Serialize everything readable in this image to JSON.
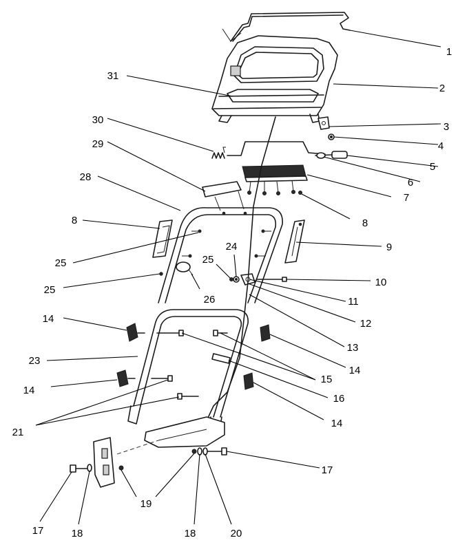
{
  "callouts": [
    {
      "id": "c1",
      "text": "1"
    },
    {
      "id": "c2",
      "text": "2"
    },
    {
      "id": "c3",
      "text": "3"
    },
    {
      "id": "c4",
      "text": "4"
    },
    {
      "id": "c5",
      "text": "5"
    },
    {
      "id": "c6",
      "text": "6"
    },
    {
      "id": "c7",
      "text": "7"
    },
    {
      "id": "c8a",
      "text": "8"
    },
    {
      "id": "c8b",
      "text": "8"
    },
    {
      "id": "c9",
      "text": "9"
    },
    {
      "id": "c10",
      "text": "10"
    },
    {
      "id": "c11",
      "text": "11"
    },
    {
      "id": "c12",
      "text": "12"
    },
    {
      "id": "c13",
      "text": "13"
    },
    {
      "id": "c14a",
      "text": "14"
    },
    {
      "id": "c14b",
      "text": "14"
    },
    {
      "id": "c14c",
      "text": "14"
    },
    {
      "id": "c14d",
      "text": "14"
    },
    {
      "id": "c15",
      "text": "15"
    },
    {
      "id": "c16",
      "text": "16"
    },
    {
      "id": "c17a",
      "text": "17"
    },
    {
      "id": "c17b",
      "text": "17"
    },
    {
      "id": "c18a",
      "text": "18"
    },
    {
      "id": "c18b",
      "text": "18"
    },
    {
      "id": "c19",
      "text": "19"
    },
    {
      "id": "c20",
      "text": "20"
    },
    {
      "id": "c21",
      "text": "21"
    },
    {
      "id": "c23",
      "text": "23"
    },
    {
      "id": "c24",
      "text": "24"
    },
    {
      "id": "c25a",
      "text": "25"
    },
    {
      "id": "c25b",
      "text": "25"
    },
    {
      "id": "c25c",
      "text": "25"
    },
    {
      "id": "c26",
      "text": "26"
    },
    {
      "id": "c28",
      "text": "28"
    },
    {
      "id": "c29",
      "text": "29"
    },
    {
      "id": "c30",
      "text": "30"
    },
    {
      "id": "c31",
      "text": "31"
    }
  ]
}
